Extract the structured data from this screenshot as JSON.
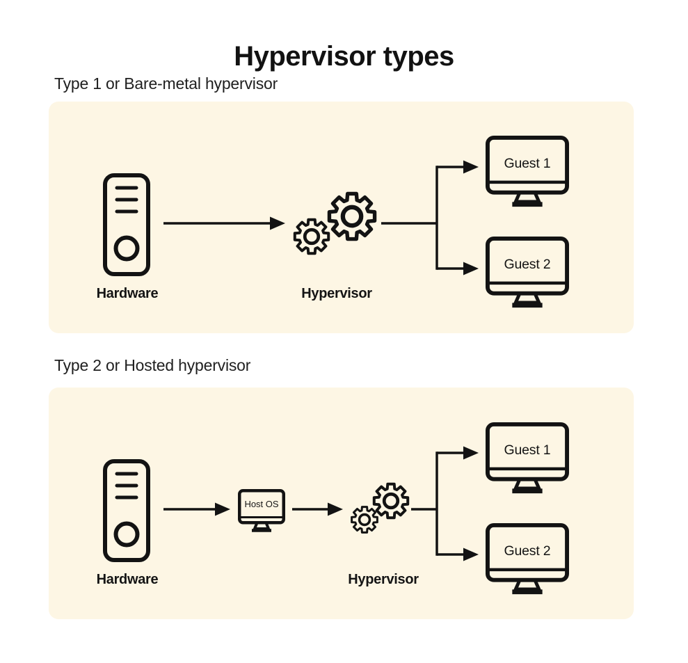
{
  "title": "Hypervisor types",
  "sections": [
    {
      "label": "Type 1 or Bare-metal hypervisor",
      "nodes": {
        "hardware": "Hardware",
        "hypervisor": "Hypervisor",
        "guest1": "Guest 1",
        "guest2": "Guest 2"
      }
    },
    {
      "label": "Type 2 or Hosted hypervisor",
      "nodes": {
        "hardware": "Hardware",
        "host_os": "Host OS",
        "hypervisor": "Hypervisor",
        "guest1": "Guest 1",
        "guest2": "Guest 2"
      }
    }
  ],
  "icons": [
    "server-tower-icon",
    "gears-icon",
    "monitor-icon"
  ],
  "colors": {
    "page_bg": "#FFFFFF",
    "panel_bg": "#FDF6E4",
    "stroke": "#131313",
    "text": "#1A1A1A"
  }
}
